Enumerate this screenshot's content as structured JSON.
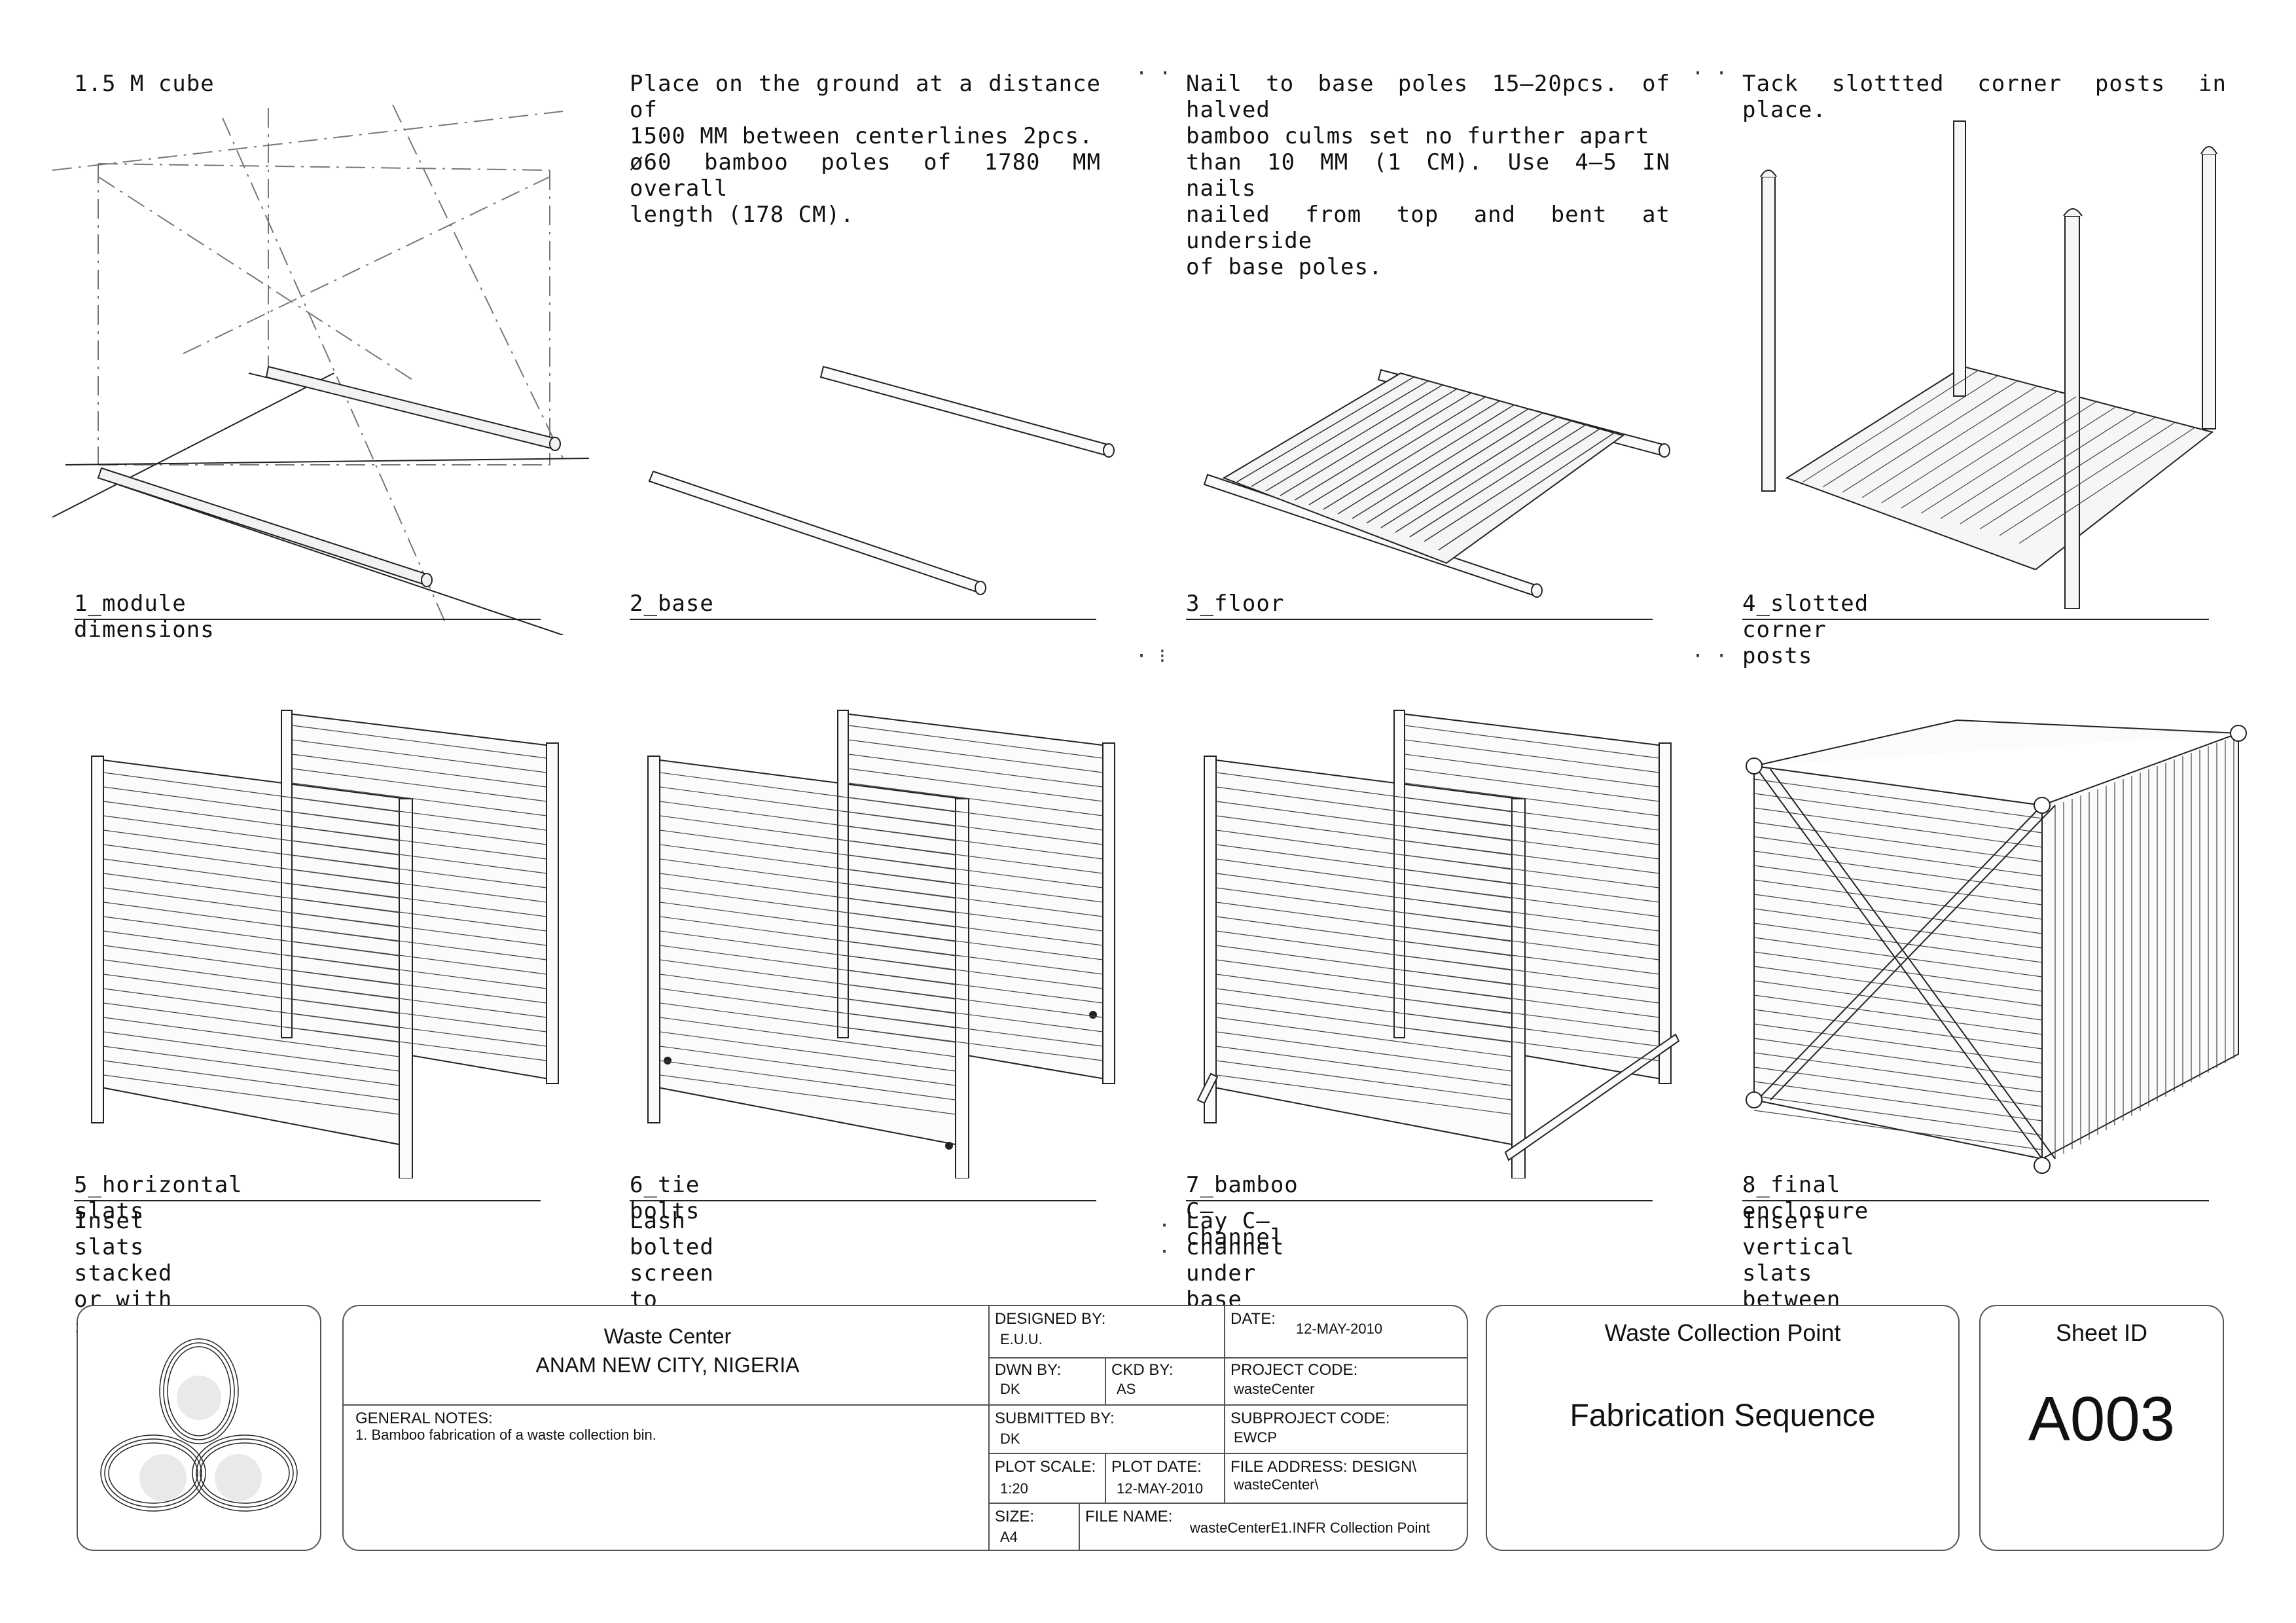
{
  "panels": [
    {
      "note": "1.5 M cube",
      "caption": "1_module dimensions",
      "below": ""
    },
    {
      "note": "Place on the ground at a distance of\n1500 MM between centerlines 2pcs.\nø60 bamboo poles of 1780 MM overall\nlength (178 CM).",
      "caption": "2_base",
      "below": ""
    },
    {
      "note": "Nail to base poles 15—20pcs. of halved\nbamboo culms set no further apart\nthan 10 MM (1 CM). Use 4—5 IN nails\nnailed from top and bent at underside\nof base poles.",
      "caption": "3_floor",
      "below": ""
    },
    {
      "note": "Tack slottted corner posts in place.",
      "caption": "4_slotted corner posts",
      "below": ""
    },
    {
      "note": "",
      "caption": "5_horizontal slats",
      "below": "Inset slats stacked or with spacers."
    },
    {
      "note": "",
      "caption": "6_tie bolts",
      "below": "Lash bolted screen to base."
    },
    {
      "note": "",
      "caption": "7_bamboo C—channel",
      "below": "Lay C—channel under base pole."
    },
    {
      "note": "",
      "caption": "8_final enclosure",
      "below": "Insert vertical slats between bamboo\nC—channels and lash cross—bracing."
    }
  ],
  "title_block": {
    "project_name": "Waste Center",
    "location": "ANAM NEW CITY, NIGERIA",
    "general_notes_label": "GENERAL NOTES:",
    "general_note_1": "1. Bamboo fabrication of a waste collection bin.",
    "designed_by_label": "DESIGNED BY:",
    "designed_by": "E.U.U.",
    "date_label": "DATE:",
    "date": "12-MAY-2010",
    "dwn_by_label": "DWN BY:",
    "dwn_by": "DK",
    "ckd_by_label": "CKD BY:",
    "ckd_by": "AS",
    "project_code_label": "PROJECT CODE:",
    "project_code": "wasteCenter",
    "submitted_by_label": "SUBMITTED BY:",
    "submitted_by": "DK",
    "subproject_code_label": "SUBPROJECT CODE:",
    "subproject_code": "EWCP",
    "plot_scale_label": "PLOT SCALE:",
    "plot_scale": "1:20",
    "plot_date_label": "PLOT DATE:",
    "plot_date": "12-MAY-2010",
    "file_address_label": "FILE ADDRESS: DESIGN\\",
    "file_address": "wasteCenter\\",
    "size_label": "SIZE:",
    "size": "A4",
    "file_name_label": "FILE NAME:",
    "file_name": "wasteCenterE1.INFR Collection Point",
    "drawing_title_top": "Waste Collection Point",
    "drawing_title": "Fabrication Sequence",
    "sheet_id_label": "Sheet ID",
    "sheet_id": "A003"
  }
}
